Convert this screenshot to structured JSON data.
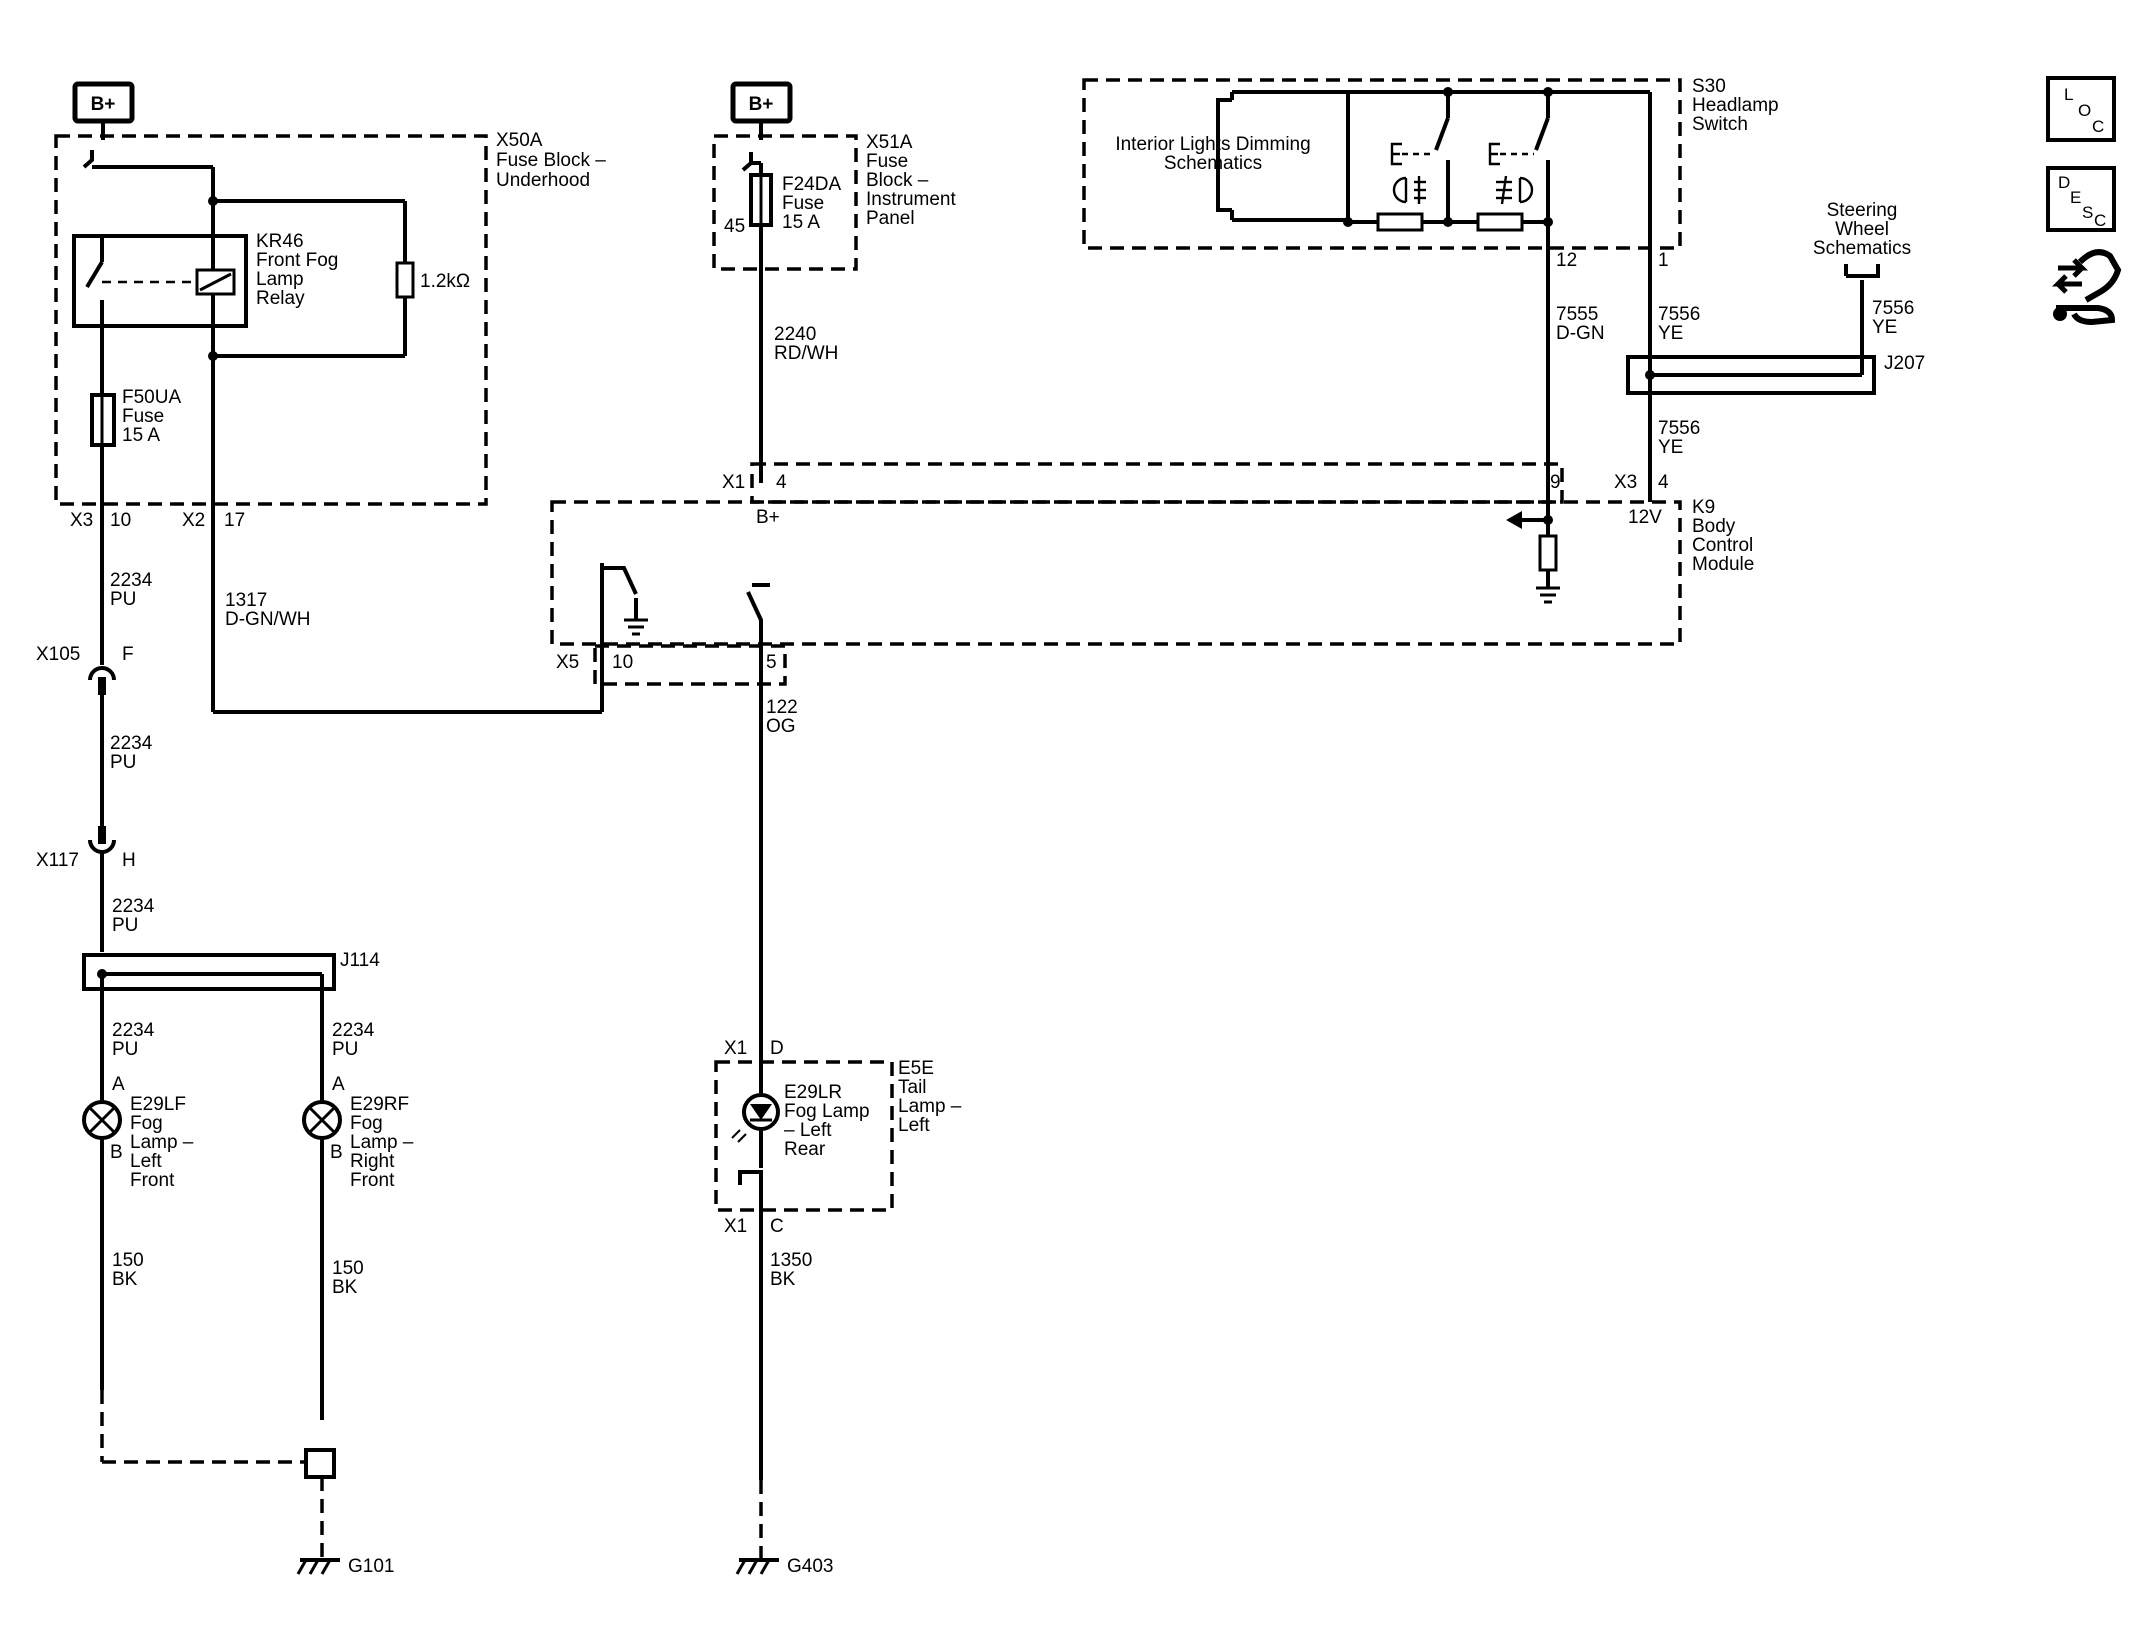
{
  "colors": {
    "ink": "#000000",
    "paper": "#ffffff"
  },
  "batt_left": "B+",
  "batt_mid": "B+",
  "x50a": {
    "id": "X50A",
    "l1": "Fuse Block –",
    "l2": "Underhood"
  },
  "kr46": {
    "id": "KR46",
    "l1": "Front Fog",
    "l2": "Lamp",
    "l3": "Relay"
  },
  "resistor": "1.2kΩ",
  "f50ua": {
    "id": "F50UA",
    "l1": "Fuse",
    "l2": "15 A"
  },
  "x50a_pins": {
    "c1": "X3",
    "p1": "10",
    "c2": "X2",
    "p2": "17"
  },
  "wire_2234_a": {
    "num": "2234",
    "col": "PU"
  },
  "x105": {
    "id": "X105",
    "pin": "F"
  },
  "wire_2234_b": {
    "num": "2234",
    "col": "PU"
  },
  "x117": {
    "id": "X117",
    "pin": "H"
  },
  "wire_2234_c": {
    "num": "2234",
    "col": "PU"
  },
  "j114": "J114",
  "wire_2234_d": {
    "num": "2234",
    "col": "PU"
  },
  "wire_2234_e": {
    "num": "2234",
    "col": "PU"
  },
  "e29lf": {
    "pa": "A",
    "pb": "B",
    "id": "E29LF",
    "l1": "Fog",
    "l2": "Lamp –",
    "l3": "Left",
    "l4": "Front"
  },
  "e29rf": {
    "pa": "A",
    "pb": "B",
    "id": "E29RF",
    "l1": "Fog",
    "l2": "Lamp –",
    "l3": "Right",
    "l4": "Front"
  },
  "wire_150_l": {
    "num": "150",
    "col": "BK"
  },
  "wire_150_r": {
    "num": "150",
    "col": "BK"
  },
  "g101": "G101",
  "wire_1317": {
    "num": "1317",
    "col": "D-GN/WH"
  },
  "x51a": {
    "id": "X51A",
    "l1": "Fuse",
    "l2": "Block –",
    "l3": "Instrument",
    "l4": "Panel"
  },
  "f24da": {
    "id": "F24DA",
    "l1": "Fuse",
    "l2": "15 A",
    "pin": "45"
  },
  "wire_2240": {
    "num": "2240",
    "col": "RD/WH"
  },
  "k9": {
    "id": "K9",
    "l1": "Body",
    "l2": "Control",
    "l3": "Module"
  },
  "k9_pins": {
    "x1": "X1",
    "x1p": "4",
    "bplus": "B+",
    "p9": "9",
    "x3": "X3",
    "x3p": "4",
    "v12": "12V",
    "x5": "X5",
    "p10": "10",
    "p5": "5"
  },
  "wire_122": {
    "num": "122",
    "col": "OG"
  },
  "e5e": {
    "id": "E5E",
    "l1": "Tail",
    "l2": "Lamp –",
    "l3": "Left"
  },
  "e29lr": {
    "id": "E29LR",
    "l1": "Fog Lamp",
    "l2": "– Left",
    "l3": "Rear"
  },
  "e5e_pins": {
    "x1a": "X1",
    "pd": "D",
    "x1b": "X1",
    "pc": "C"
  },
  "wire_1350": {
    "num": "1350",
    "col": "BK"
  },
  "g403": "G403",
  "s30": {
    "id": "S30",
    "l1": "Headlamp",
    "l2": "Switch",
    "p12": "12",
    "p1": "1"
  },
  "interior_ref": {
    "l1": "Interior Lights Dimming",
    "l2": "Schematics"
  },
  "wire_7555": {
    "num": "7555",
    "col": "D-GN"
  },
  "wire_7556_a": {
    "num": "7556",
    "col": "YE"
  },
  "wire_7556_b": {
    "num": "7556",
    "col": "YE"
  },
  "wire_7556_c": {
    "num": "7556",
    "col": "YE"
  },
  "steering_ref": {
    "l1": "Steering",
    "l2": "Wheel",
    "l3": "Schematics"
  },
  "j207": "J207",
  "nav": {
    "loc": [
      "L",
      "O",
      "C"
    ],
    "desc": [
      "D",
      "E",
      "S",
      "C"
    ]
  }
}
